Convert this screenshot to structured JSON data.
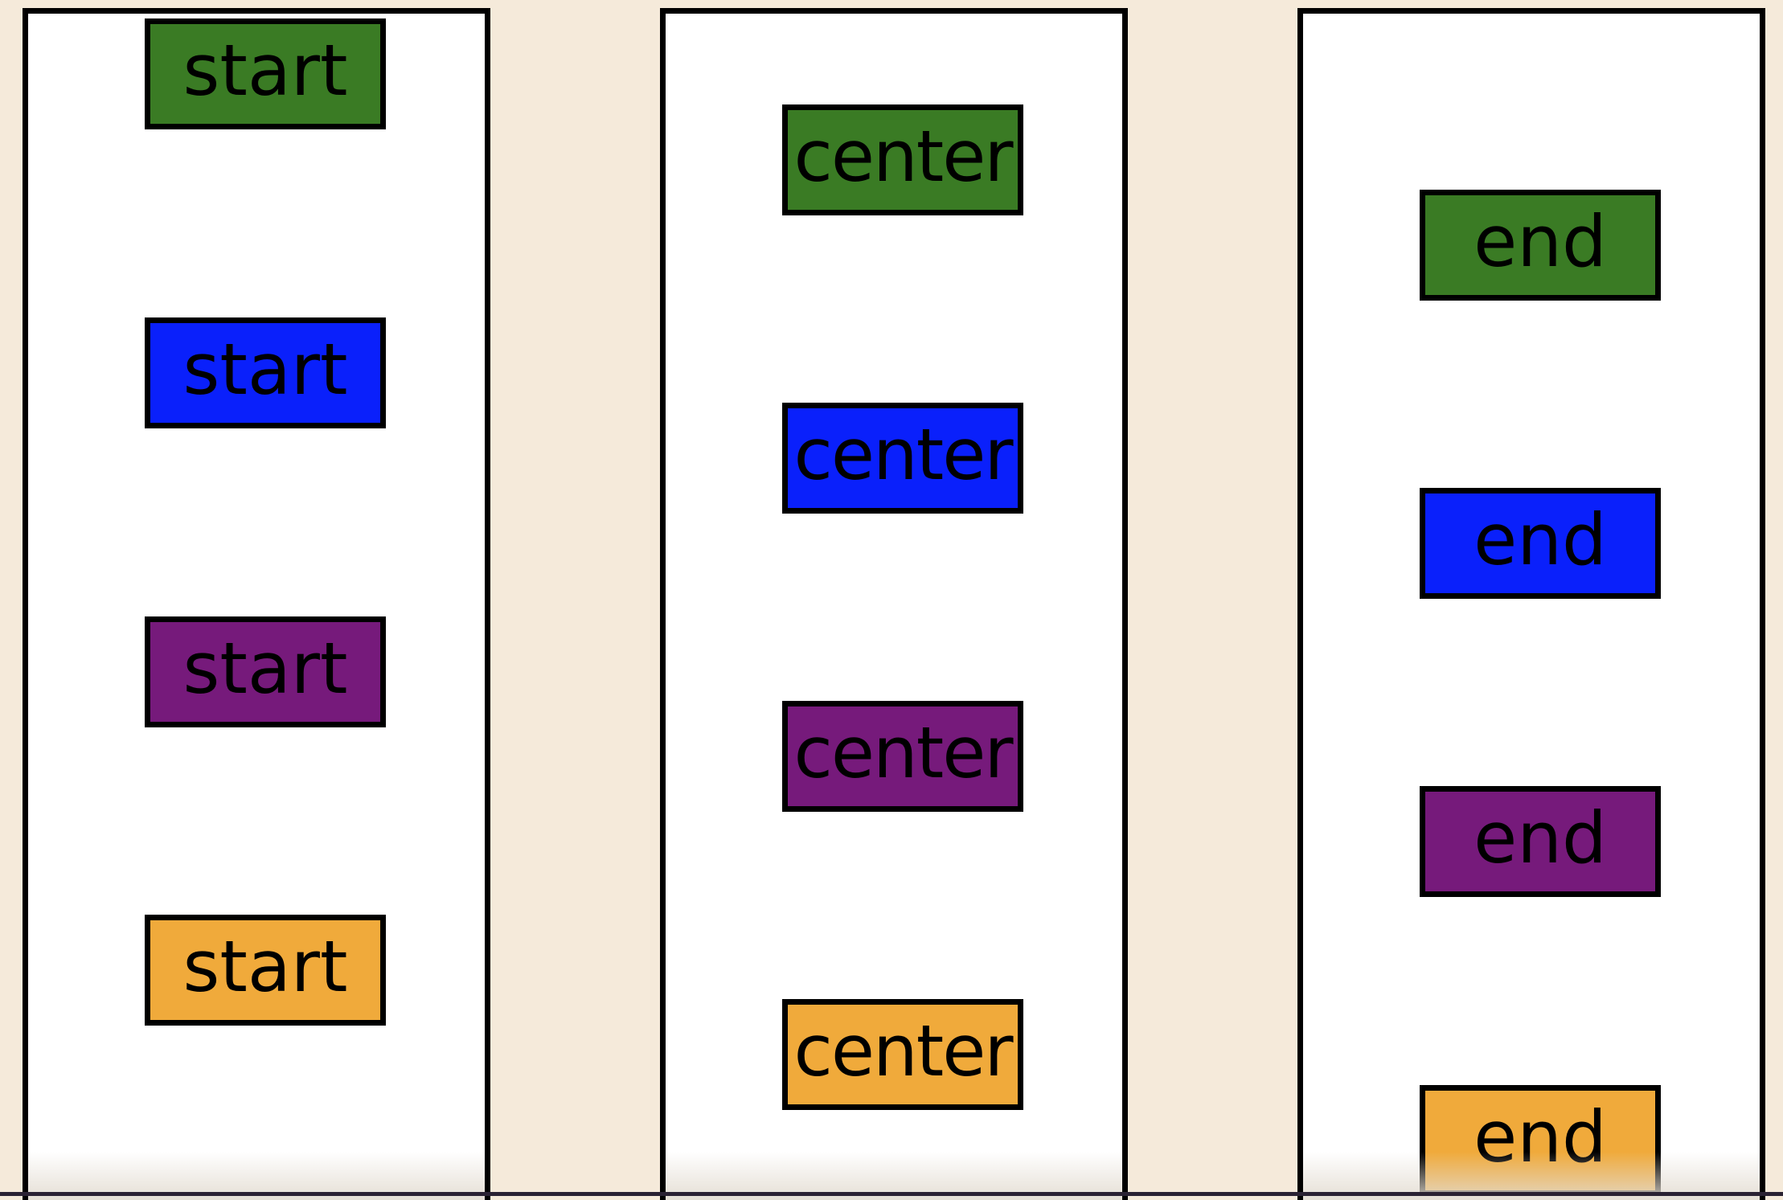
{
  "columns": [
    {
      "alignment": "start",
      "boxes": [
        {
          "label": "start",
          "color": "#3a7b24"
        },
        {
          "label": "start",
          "color": "#0a20fb"
        },
        {
          "label": "start",
          "color": "#761a7b"
        },
        {
          "label": "start",
          "color": "#f0aa3b"
        }
      ]
    },
    {
      "alignment": "center",
      "boxes": [
        {
          "label": "center",
          "color": "#3a7b24"
        },
        {
          "label": "center",
          "color": "#0a20fb"
        },
        {
          "label": "center",
          "color": "#761a7b"
        },
        {
          "label": "center",
          "color": "#f0aa3b"
        }
      ]
    },
    {
      "alignment": "end",
      "boxes": [
        {
          "label": "end",
          "color": "#3a7b24"
        },
        {
          "label": "end",
          "color": "#0a20fb"
        },
        {
          "label": "end",
          "color": "#761a7b"
        },
        {
          "label": "end",
          "color": "#f0aa3b"
        }
      ]
    }
  ]
}
